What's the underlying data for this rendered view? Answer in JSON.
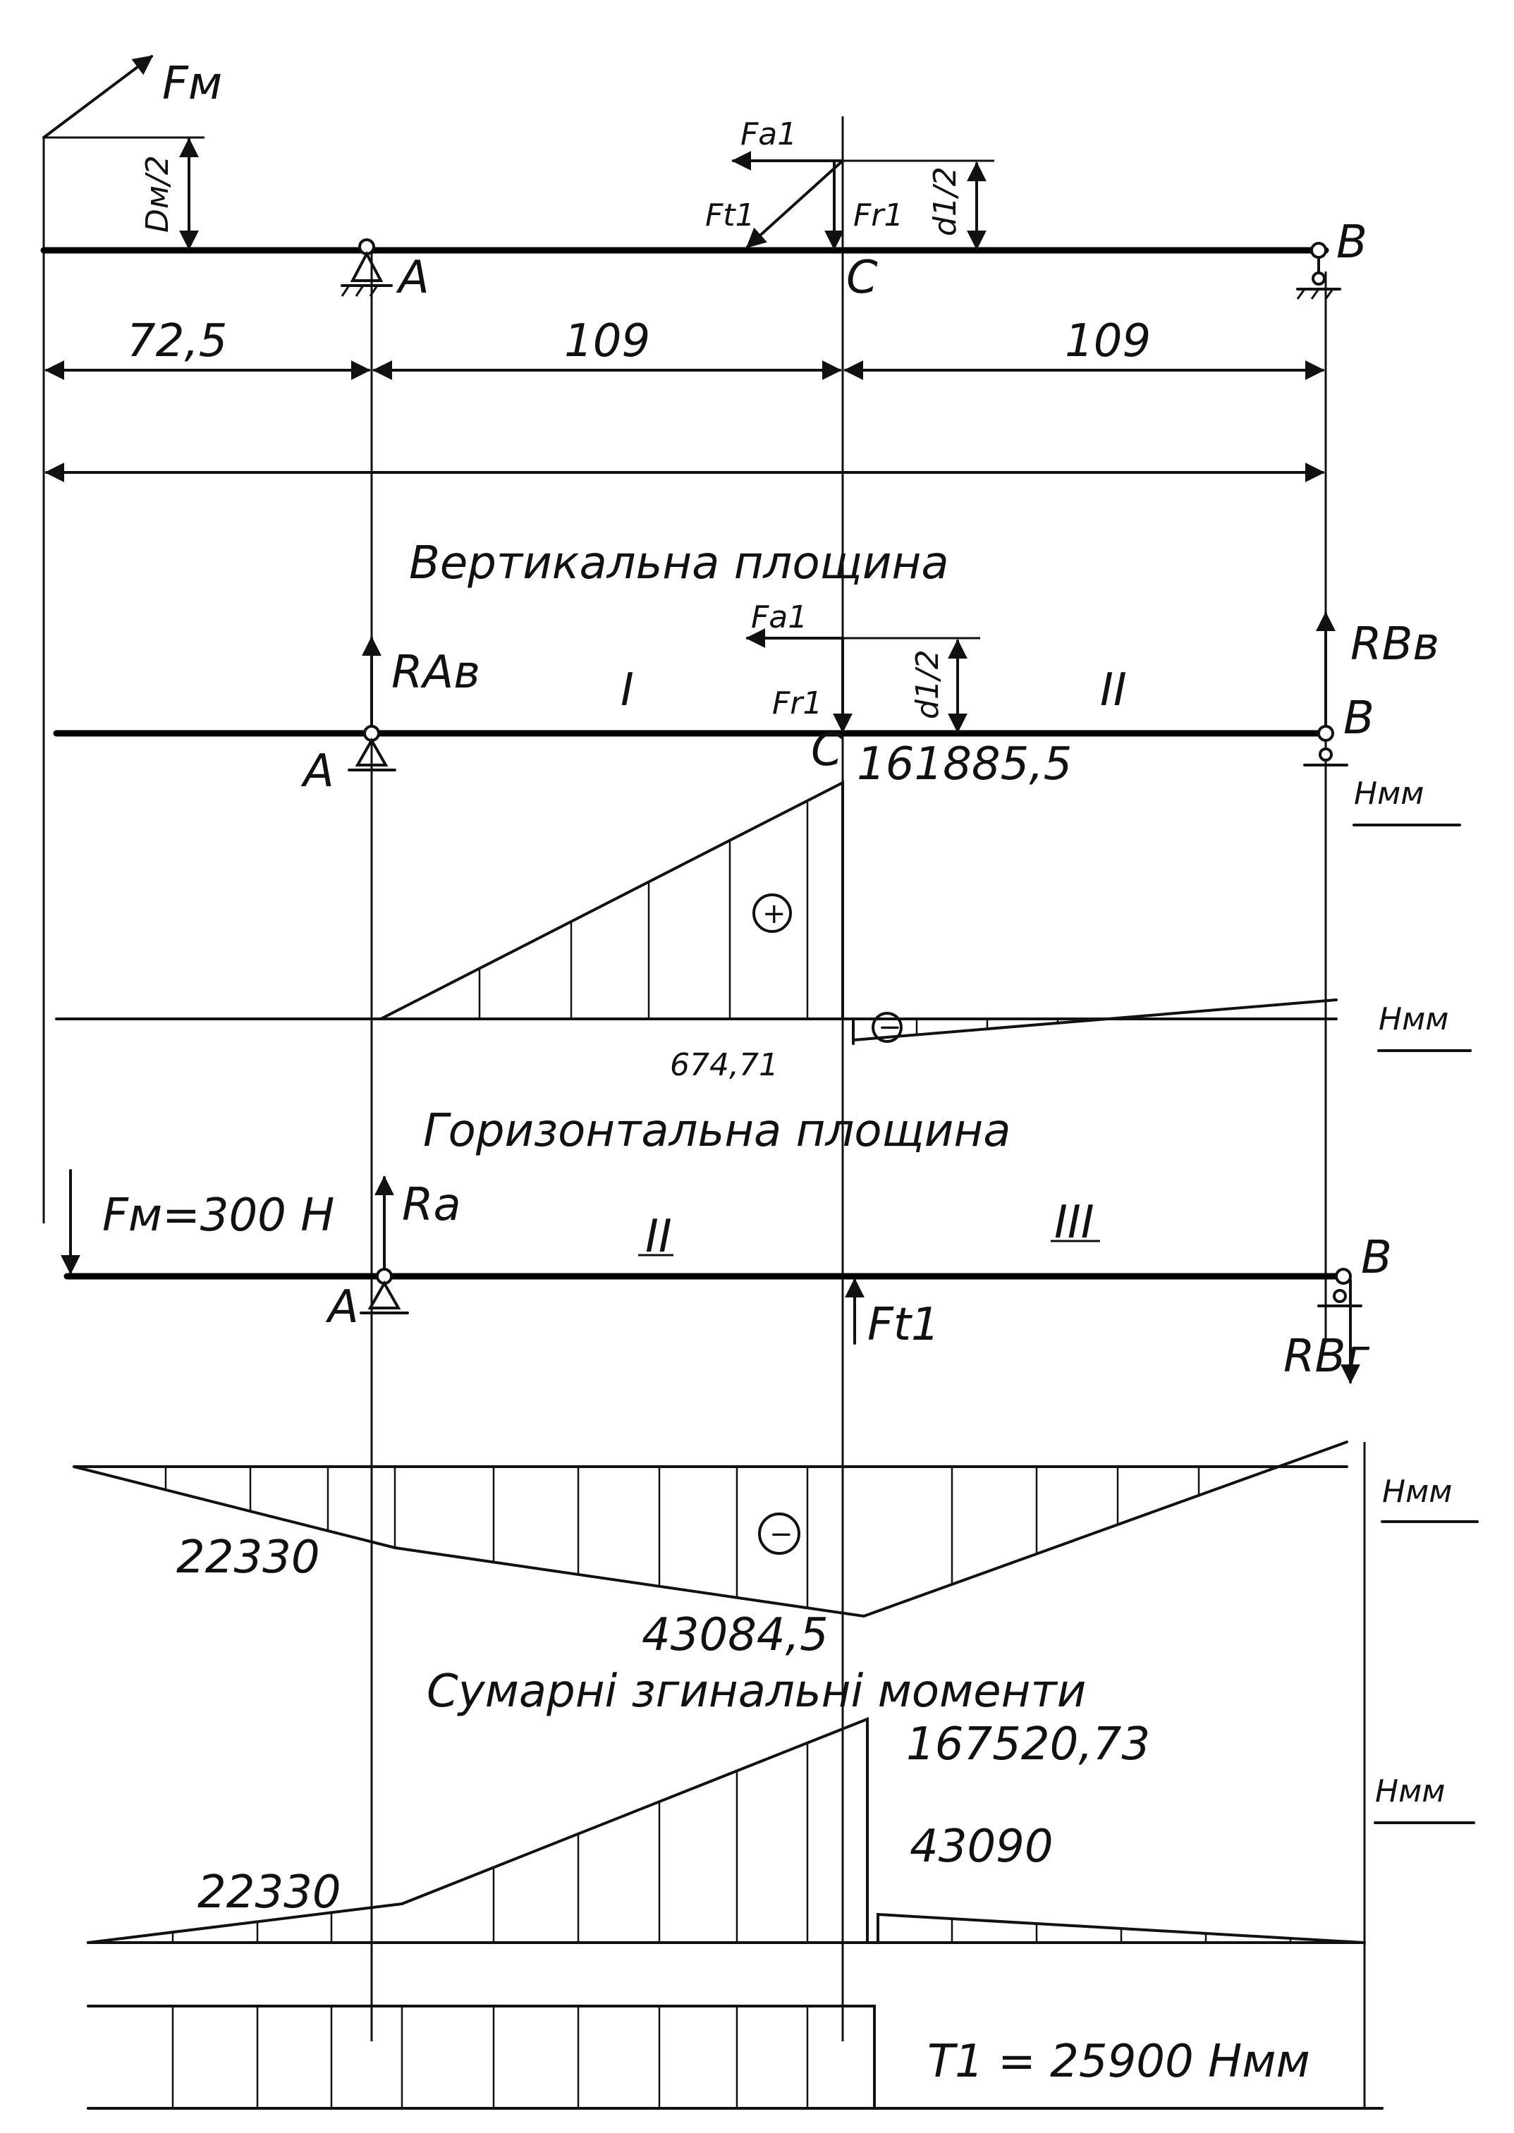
{
  "scheme": {
    "force_coupling": "Fм",
    "dm_half": "Dм/2",
    "force_axial": "Fa1",
    "force_tangential": "Ft1",
    "force_radial": "Fr1",
    "d1_half": "d1/2",
    "point_a": "A",
    "point_b": "B",
    "point_c": "C",
    "dim_1": "72,5",
    "dim_2": "109",
    "dim_3": "109"
  },
  "vertical": {
    "title": "Вертикальна площина",
    "reaction_a": "RAв",
    "reaction_b": "RBв",
    "force_axial": "Fa1",
    "force_radial": "Fr1",
    "d1_half": "d1/2",
    "section_1": "I",
    "section_2": "II",
    "point_a": "A",
    "point_b": "B",
    "point_c": "C",
    "moment_max": "161885,5",
    "moment_right": "674,71",
    "unit_1": "Нмм",
    "unit_2": "Нмм",
    "sign_plus": "+",
    "sign_minus": "−"
  },
  "horizontal": {
    "title": "Горизонтальна площина",
    "force_coupling": "Fм=300 Н",
    "reaction_a": "Ra",
    "reaction_b": "RBг",
    "force_tangential": "Ft1",
    "section_2": "II",
    "section_3": "III",
    "point_a": "A",
    "point_b": "B",
    "moment_a": "22330",
    "moment_c": "43084,5",
    "unit": "Нмм",
    "sign_minus": "−"
  },
  "total": {
    "title": "Сумарні згинальні моменти",
    "moment_a": "22330",
    "moment_c_left": "167520,73",
    "moment_c_right": "43090",
    "unit": "Нмм",
    "torque": "T1 = 25900 Нмм"
  }
}
